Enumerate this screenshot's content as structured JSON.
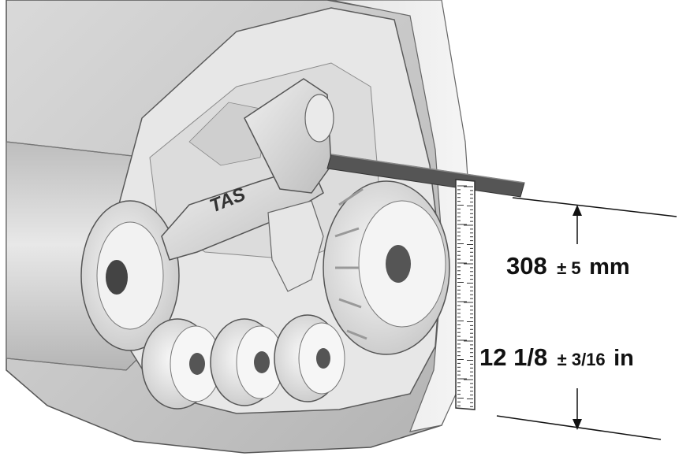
{
  "logo": {
    "text": "TAS"
  },
  "dimension_metric": {
    "value": "308",
    "tolerance": "± 5",
    "unit": "mm"
  },
  "dimension_imperial": {
    "value": "12 1/8",
    "tolerance": "± 3/16",
    "unit": "in"
  }
}
